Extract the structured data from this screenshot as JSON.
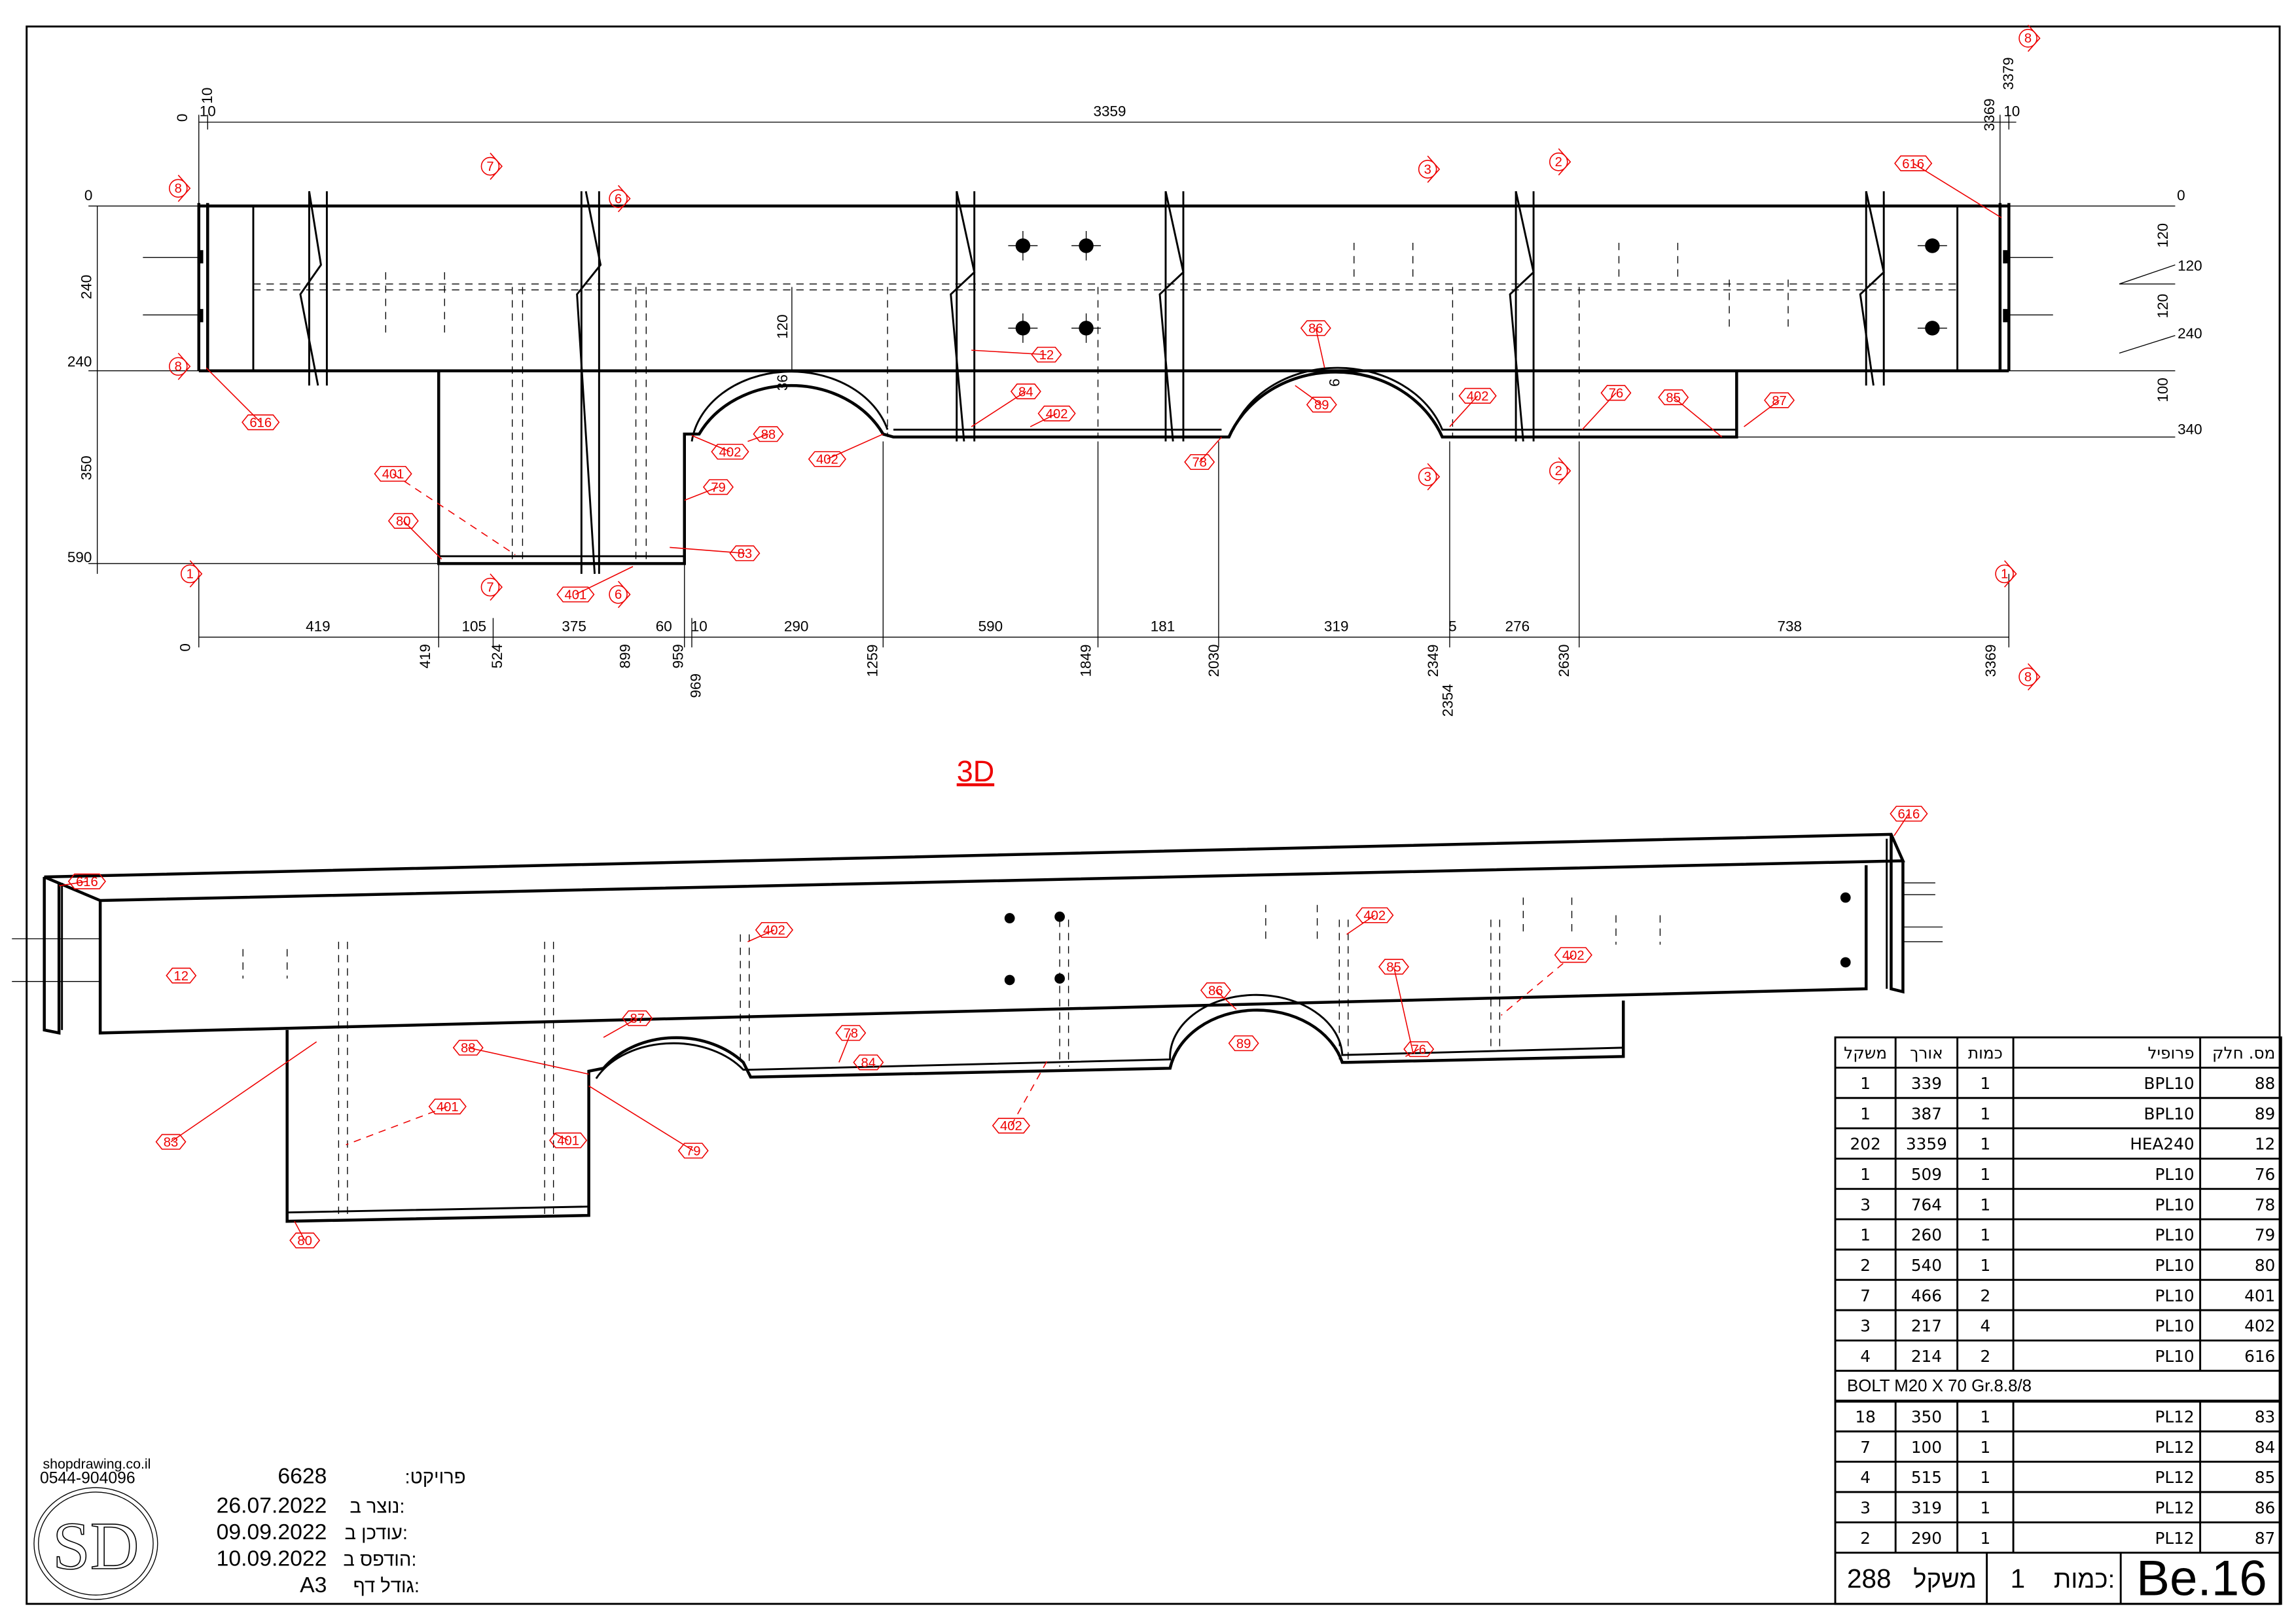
{
  "drawing": {
    "mark": "Be.16",
    "view_3d_title": "3D",
    "dims": [
      "0",
      "10",
      "10",
      "3359",
      "3369",
      "3379",
      "10",
      "0",
      "240",
      "240",
      "350",
      "590",
      "0",
      "120",
      "120",
      "120",
      "240",
      "100",
      "340",
      "419",
      "105",
      "375",
      "60",
      "10",
      "290",
      "590",
      "181",
      "319",
      "5",
      "276",
      "738",
      "0",
      "419",
      "524",
      "899",
      "959",
      "969",
      "1259",
      "1849",
      "2030",
      "2349",
      "2354",
      "2630",
      "3369",
      "120",
      "36",
      "6"
    ],
    "front_tags": [
      "616",
      "616",
      "12",
      "86",
      "89",
      "84",
      "402",
      "402",
      "402",
      "76",
      "85",
      "87",
      "88",
      "402",
      "79",
      "78",
      "401",
      "80",
      "83",
      "401"
    ],
    "iso_tags": [
      "616",
      "616",
      "12",
      "402",
      "402",
      "85",
      "402",
      "86",
      "89",
      "87",
      "78",
      "84",
      "76",
      "88",
      "401",
      "401",
      "83",
      "79",
      "402",
      "80"
    ],
    "sections": [
      "8",
      "7",
      "6",
      "3",
      "2",
      "8",
      "8",
      "3",
      "2",
      "1",
      "7",
      "6",
      "1",
      "8"
    ]
  },
  "parts_table": {
    "headers": [
      "משקל",
      "אורך",
      "כמות",
      "פרופיל",
      "מס. חלק"
    ],
    "rows": [
      [
        "1",
        "339",
        "1",
        "BPL10",
        "88"
      ],
      [
        "1",
        "387",
        "1",
        "BPL10",
        "89"
      ],
      [
        "202",
        "3359",
        "1",
        "HEA240",
        "12"
      ],
      [
        "1",
        "509",
        "1",
        "PL10",
        "76"
      ],
      [
        "3",
        "764",
        "1",
        "PL10",
        "78"
      ],
      [
        "1",
        "260",
        "1",
        "PL10",
        "79"
      ],
      [
        "2",
        "540",
        "1",
        "PL10",
        "80"
      ],
      [
        "7",
        "466",
        "2",
        "PL10",
        "401"
      ],
      [
        "3",
        "217",
        "4",
        "PL10",
        "402"
      ],
      [
        "4",
        "214",
        "2",
        "PL10",
        "616"
      ]
    ],
    "bolt_note": "BOLT M20 X 70 Gr.8.8/8",
    "rows2": [
      [
        "18",
        "350",
        "1",
        "PL12",
        "83"
      ],
      [
        "7",
        "100",
        "1",
        "PL12",
        "84"
      ],
      [
        "4",
        "515",
        "1",
        "PL12",
        "85"
      ],
      [
        "3",
        "319",
        "1",
        "PL12",
        "86"
      ],
      [
        "2",
        "290",
        "1",
        "PL12",
        "87"
      ]
    ],
    "weight_label": "משקל",
    "weight_value": "288",
    "qty_label": "כמות:",
    "qty_value": "1",
    "mark": "Be.16"
  },
  "title_block": {
    "website": "shopdrawing.co.il",
    "phone": "0544-904096",
    "logo_text": "SD",
    "project_label": "פרויקט:",
    "project_value": "6628",
    "created_label": "נוצר ב:",
    "created_value": "26.07.2022",
    "updated_label": "עודכן ב:",
    "updated_value": "09.09.2022",
    "printed_label": "הודפס ב:",
    "printed_value": "10.09.2022",
    "sheet_label": "גודל דף:",
    "sheet_value": "A3"
  },
  "colors": {
    "annotation": "#e00000",
    "line": "#000000"
  }
}
